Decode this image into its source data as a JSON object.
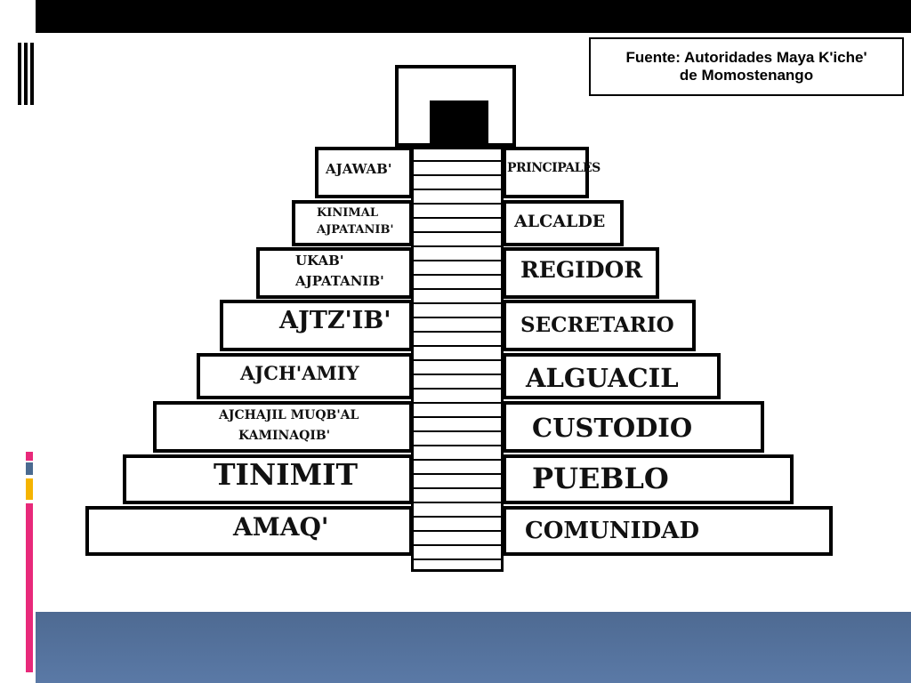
{
  "source": {
    "line1": "Fuente: Autoridades Maya K'iche'",
    "line2": "de Momostenango"
  },
  "pyramid": {
    "left_labels": [
      {
        "line1": "AJAWAB'",
        "line2": ""
      },
      {
        "line1": "KINIMAL",
        "line2": "AJPATANIB'"
      },
      {
        "line1": "UKAB'",
        "line2": "AJPATANIB'"
      },
      {
        "line1": "AJTZ'IB'",
        "line2": ""
      },
      {
        "line1": "AJCH'AMIY",
        "line2": ""
      },
      {
        "line1": "AJCHAJIL MUQB'AL",
        "line2": "KAMINAQIB'"
      },
      {
        "line1": "TINIMIT",
        "line2": ""
      },
      {
        "line1": "AMAQ'",
        "line2": ""
      }
    ],
    "right_labels": [
      "PRINCIPALES",
      "ALCALDE",
      "REGIDOR",
      "SECRETARIO",
      "ALGUACIL",
      "CUSTODIO",
      "PUEBLO",
      "COMUNIDAD"
    ]
  }
}
